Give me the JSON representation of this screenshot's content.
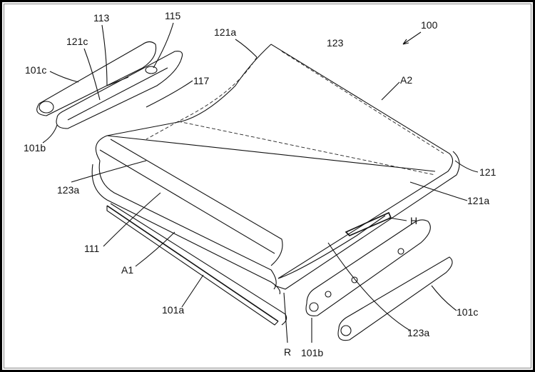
{
  "figure": {
    "labels": {
      "l100": "100",
      "l113": "113",
      "l115": "115",
      "l121a_top": "121a",
      "l123": "123",
      "l121c": "121c",
      "l101c_left": "101c",
      "l117": "117",
      "lA2": "A2",
      "l101b_left": "101b",
      "l121": "121",
      "l123a_left": "123a",
      "l121a_right": "121a",
      "l111": "111",
      "lH": "H",
      "lA1": "A1",
      "l101a": "101a",
      "l101c_right": "101c",
      "l123a_right": "123a",
      "lR": "R",
      "l101b_bottom": "101b"
    }
  }
}
